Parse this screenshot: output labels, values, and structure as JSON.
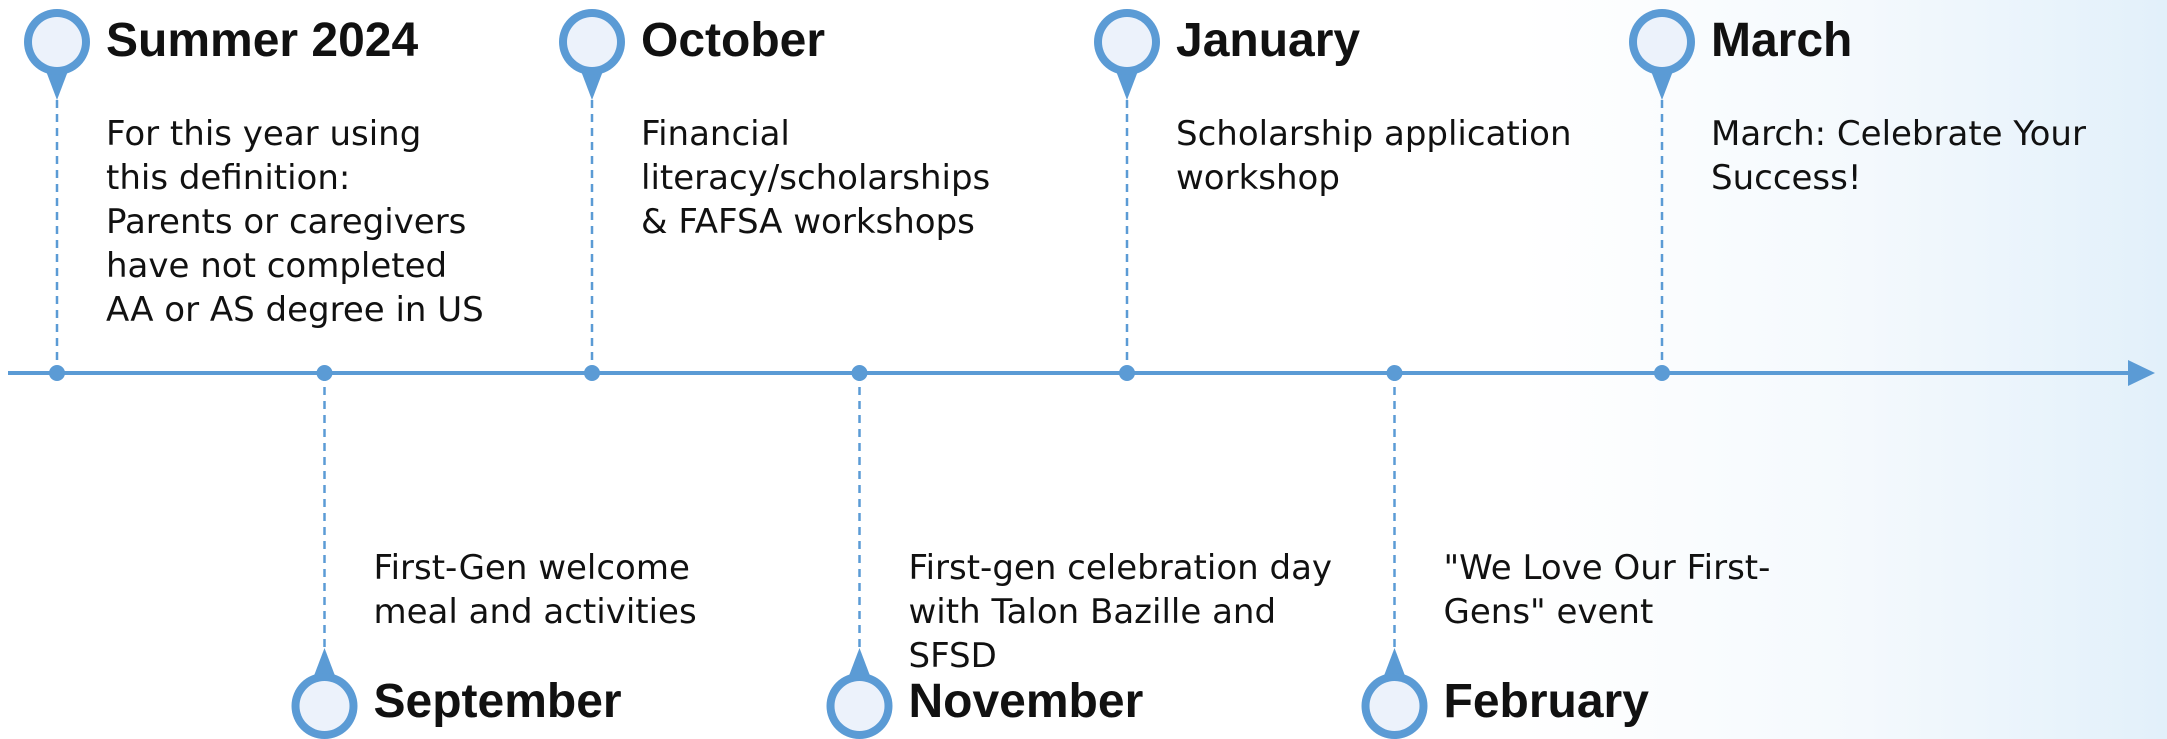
{
  "colors": {
    "accent": "#5b9bd5",
    "pin_fill": "#ecf2fb",
    "text": "#111111"
  },
  "events": [
    {
      "title": "Summer 2024",
      "description": "For this year using this definition: Parents or caregivers have not completed AA or AS degree in US",
      "side": "top"
    },
    {
      "title": "September",
      "description": "First-Gen welcome meal and activities",
      "side": "bottom"
    },
    {
      "title": "October",
      "description": "Financial literacy/scholarships & FAFSA workshops",
      "side": "top"
    },
    {
      "title": "November",
      "description": "First-gen celebration day with Talon Bazille and SFSD",
      "side": "bottom"
    },
    {
      "title": "January",
      "description": "Scholarship application workshop",
      "side": "top"
    },
    {
      "title": "February",
      "description": "\"We Love Our First-Gens\" event",
      "side": "bottom"
    },
    {
      "title": "March",
      "description": "March: Celebrate Your Success!",
      "side": "top"
    }
  ]
}
